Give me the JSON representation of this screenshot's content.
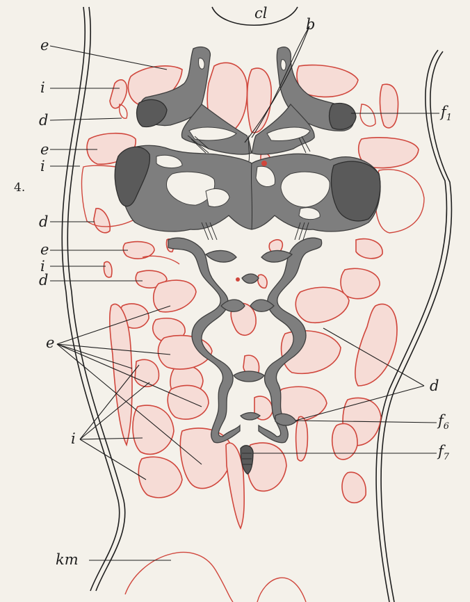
{
  "figure": {
    "number": "4.",
    "labels": {
      "cl": "cl",
      "b": "b",
      "f1": "f",
      "f1_sub": "1",
      "f6": "f",
      "f6_sub": "6",
      "f7": "f",
      "f7_sub": "7",
      "e": "e",
      "i": "i",
      "d": "d",
      "km": "km"
    }
  },
  "colors": {
    "muscle_stroke": "#d0463c",
    "muscle_fill": "#f6dcd6",
    "cartilage_fill": "#7e7e7e",
    "background": "#f4f1ea"
  }
}
